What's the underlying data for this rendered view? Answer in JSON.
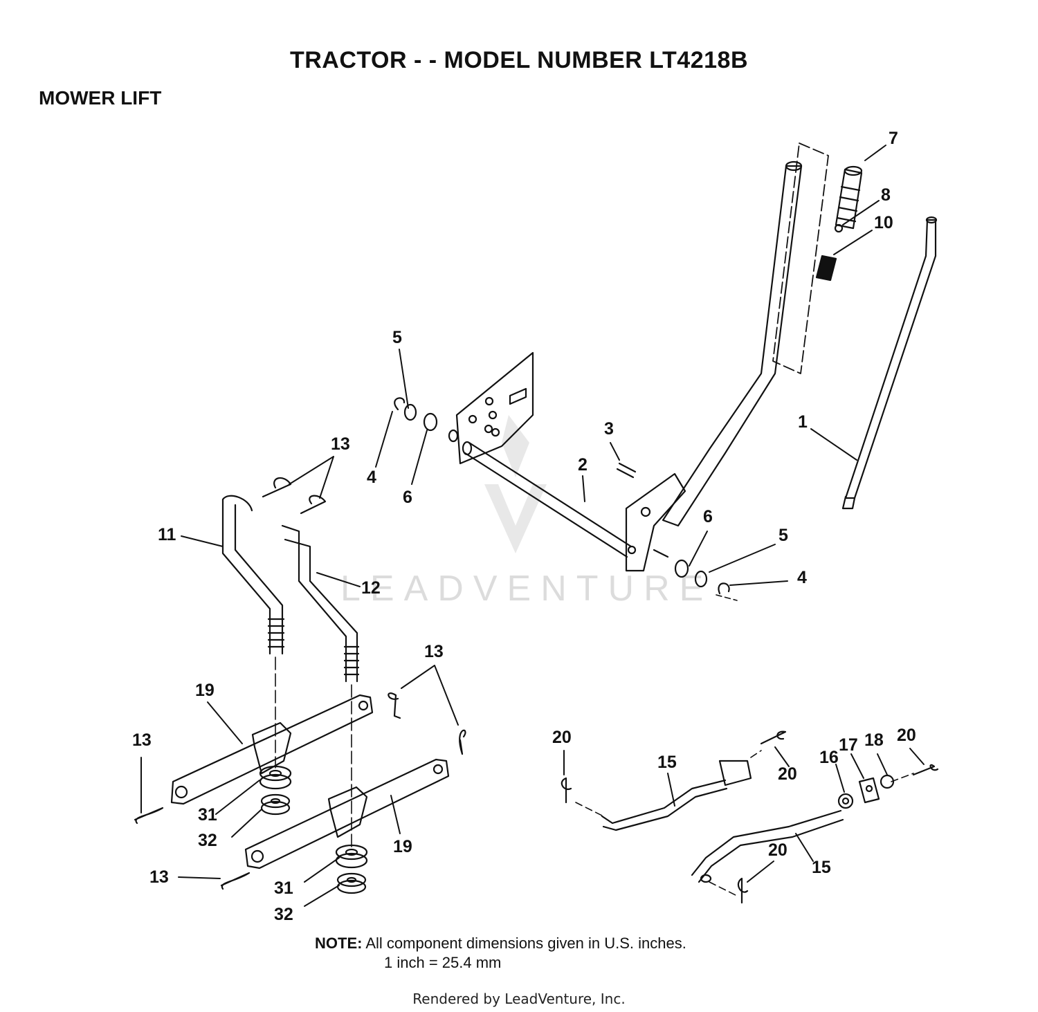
{
  "header": {
    "title": "TRACTOR - - MODEL NUMBER LT4218B",
    "section": "MOWER LIFT"
  },
  "callouts": [
    {
      "id": "c7",
      "label": "7"
    },
    {
      "id": "c8",
      "label": "8"
    },
    {
      "id": "c10",
      "label": "10"
    },
    {
      "id": "c1",
      "label": "1"
    },
    {
      "id": "c5a",
      "label": "5"
    },
    {
      "id": "c4a",
      "label": "4"
    },
    {
      "id": "c6a",
      "label": "6"
    },
    {
      "id": "c3",
      "label": "3"
    },
    {
      "id": "c2",
      "label": "2"
    },
    {
      "id": "c6b",
      "label": "6"
    },
    {
      "id": "c5b",
      "label": "5"
    },
    {
      "id": "c4b",
      "label": "4"
    },
    {
      "id": "c13a",
      "label": "13"
    },
    {
      "id": "c11",
      "label": "11"
    },
    {
      "id": "c12",
      "label": "12"
    },
    {
      "id": "c13b",
      "label": "13"
    },
    {
      "id": "c19a",
      "label": "19"
    },
    {
      "id": "c13c",
      "label": "13"
    },
    {
      "id": "c31a",
      "label": "31"
    },
    {
      "id": "c32a",
      "label": "32"
    },
    {
      "id": "c19b",
      "label": "19"
    },
    {
      "id": "c13d",
      "label": "13"
    },
    {
      "id": "c31b",
      "label": "31"
    },
    {
      "id": "c32b",
      "label": "32"
    },
    {
      "id": "c20a",
      "label": "20"
    },
    {
      "id": "c15a",
      "label": "15"
    },
    {
      "id": "c20b",
      "label": "20"
    },
    {
      "id": "c16",
      "label": "16"
    },
    {
      "id": "c17",
      "label": "17"
    },
    {
      "id": "c18",
      "label": "18"
    },
    {
      "id": "c20c",
      "label": "20"
    },
    {
      "id": "c20d",
      "label": "20"
    },
    {
      "id": "c15b",
      "label": "15"
    }
  ],
  "watermark": "LEADVENTURE",
  "note": {
    "label": "NOTE:",
    "line1": "All component  dimensions given in U.S. inches.",
    "line2": "1 inch = 25.4 mm"
  },
  "footer": "Rendered by LeadVenture, Inc."
}
